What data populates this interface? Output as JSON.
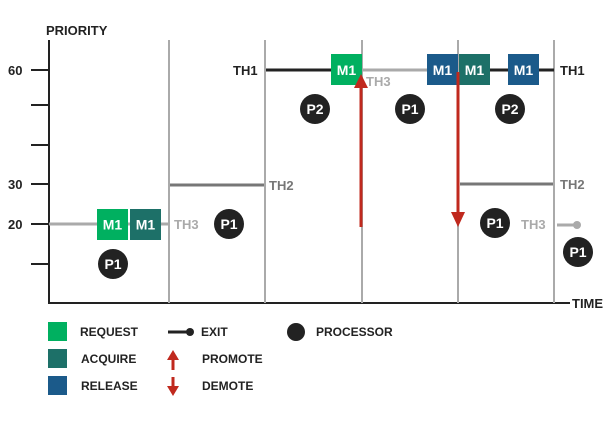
{
  "axes": {
    "y_label": "PRIORITY",
    "x_label": "TIME",
    "y_ticks": [
      "60",
      "30",
      "20"
    ]
  },
  "threads": {
    "th1": "TH1",
    "th2": "TH2",
    "th3": "TH3"
  },
  "mutex": "M1",
  "processors": {
    "p1": "P1",
    "p2": "P2"
  },
  "colors": {
    "request": "#00b060",
    "acquire": "#1d7068",
    "release": "#1b5a8a",
    "arrow": "#c0291e",
    "th1_line": "#222222",
    "th2_line": "#777777",
    "th3_line": "#aaaaaa"
  },
  "legend": {
    "request": "REQUEST",
    "acquire": "ACQUIRE",
    "release": "RELEASE",
    "exit": "EXIT",
    "promote": "PROMOTE",
    "demote": "DEMOTE",
    "processor": "PROCESSOR"
  }
}
